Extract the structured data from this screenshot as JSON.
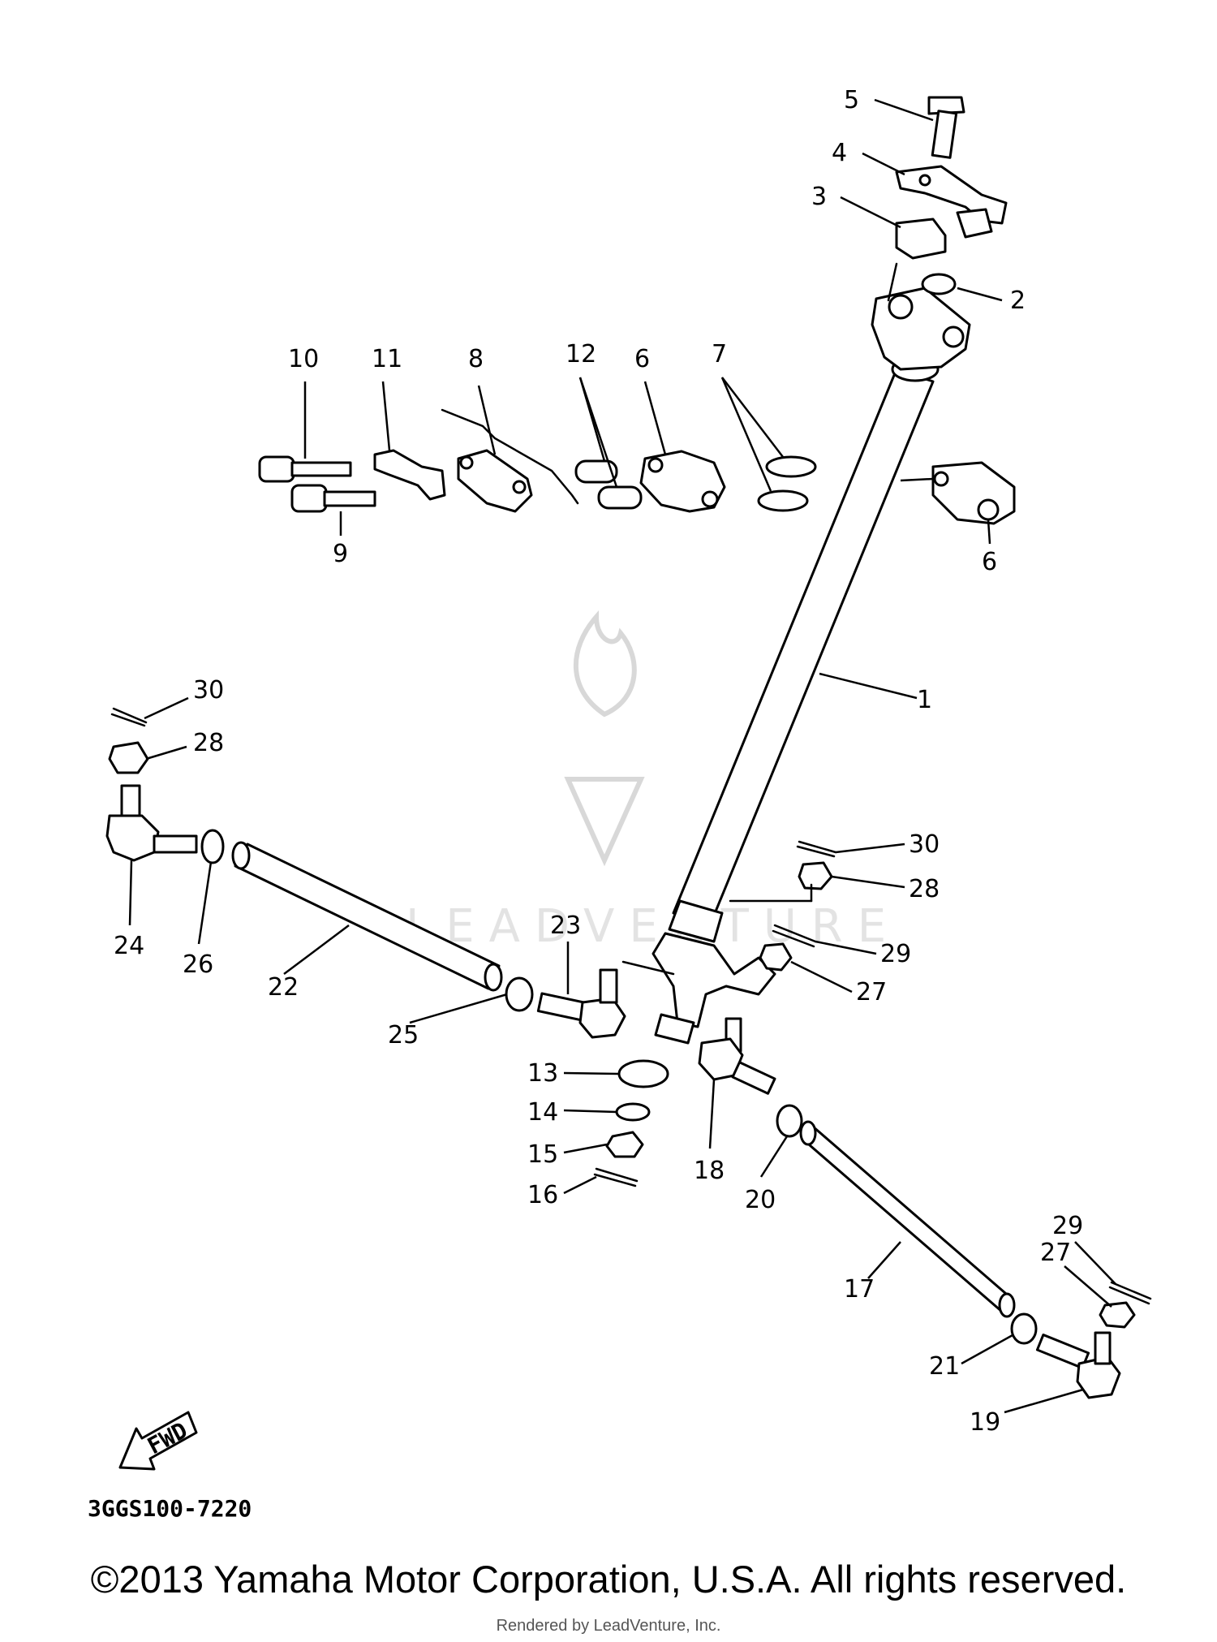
{
  "diagram": {
    "callouts": {
      "c1": "1",
      "c2": "2",
      "c3": "3",
      "c4": "4",
      "c5": "5",
      "c6a": "6",
      "c6b": "6",
      "c7": "7",
      "c8": "8",
      "c9": "9",
      "c10": "10",
      "c11": "11",
      "c12": "12",
      "c13": "13",
      "c14": "14",
      "c15": "15",
      "c16": "16",
      "c17": "17",
      "c18": "18",
      "c19": "19",
      "c20": "20",
      "c21": "21",
      "c22": "22",
      "c23": "23",
      "c24": "24",
      "c25": "25",
      "c26": "26",
      "c27a": "27",
      "c27b": "27",
      "c28a": "28",
      "c28b": "28",
      "c29a": "29",
      "c29b": "29",
      "c30a": "30",
      "c30b": "30"
    },
    "fwd_label": "FWD",
    "part_code": "3GGS100-7220",
    "watermark_text": "LEADVENTURE"
  },
  "footer": {
    "copyright": "©2013 Yamaha Motor Corporation, U.S.A. All rights reserved.",
    "rendered_by": "Rendered by LeadVenture, Inc."
  }
}
